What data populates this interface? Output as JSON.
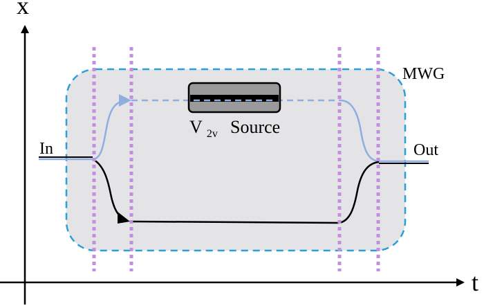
{
  "axes": {
    "x_label": "x",
    "t_label": "t"
  },
  "labels": {
    "mwg": "MWG",
    "input": "In",
    "output": "Out",
    "source_main": "V",
    "source_sub": "2v",
    "source_word": "Source"
  },
  "colors": {
    "region_fill": "#e4e3e6",
    "region_border": "#2a9fd8",
    "dotted_guides": "#c28ee0",
    "upper_path": "#8eaee0",
    "lower_path": "#000000",
    "source_body": "#9a9a9a",
    "axis": "#000000"
  }
}
